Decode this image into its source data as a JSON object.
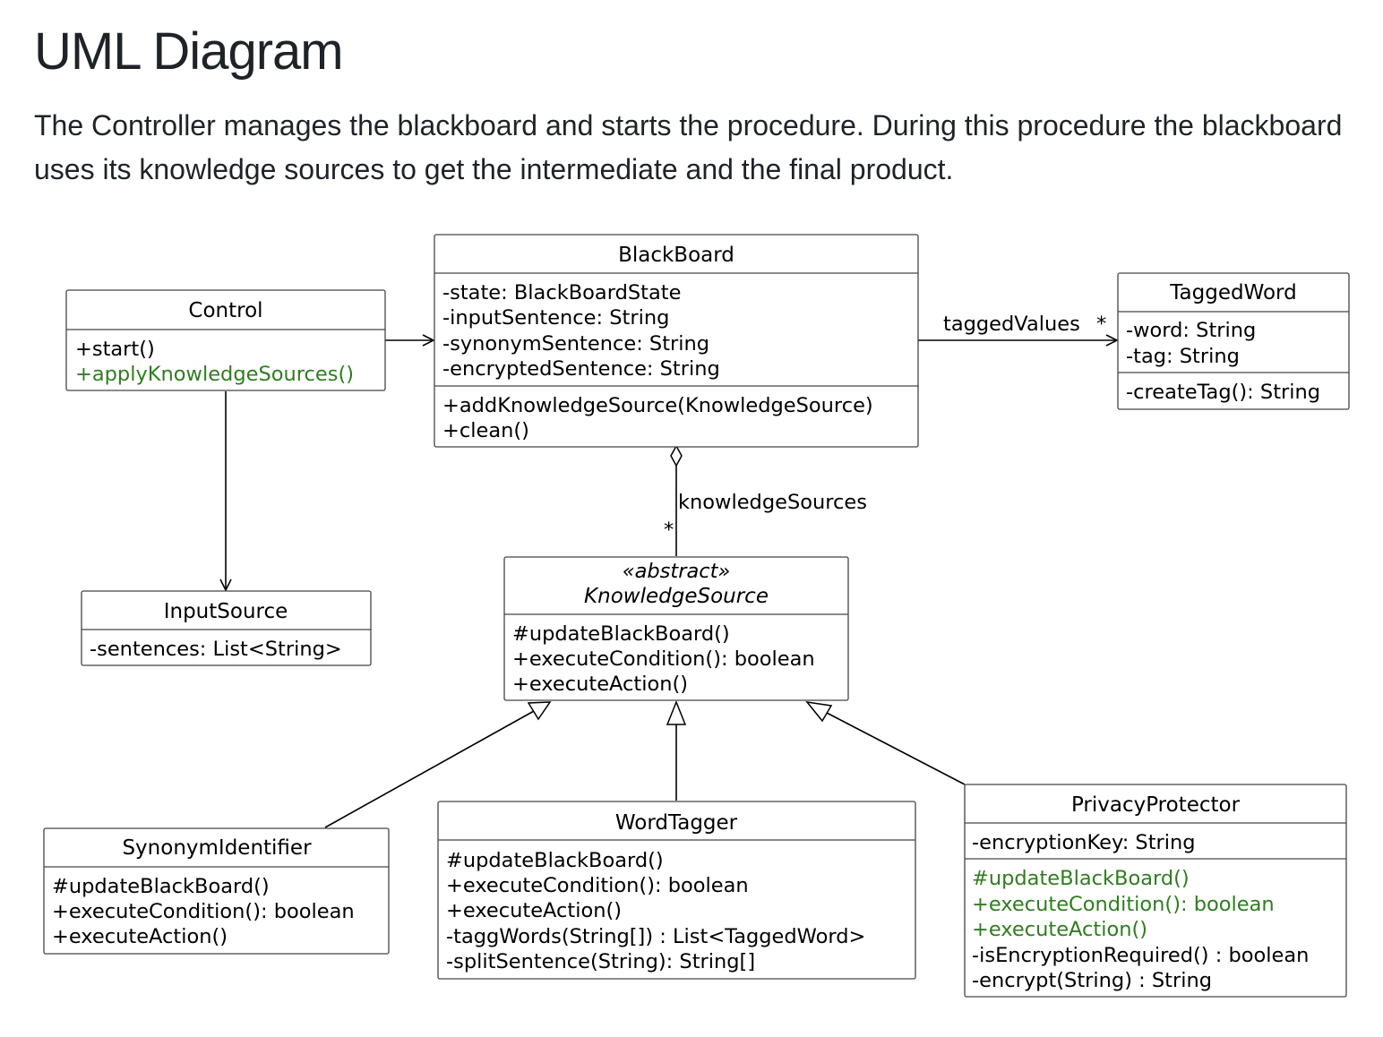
{
  "title": "UML Diagram",
  "description": "The Controller manages the blackboard and starts the procedure. During this procedure the blackboard uses its knowledge sources to get the intermediate and the final product.",
  "colors": {
    "highlight": "#2f7d1f",
    "border": "#444444",
    "text": "#000000"
  },
  "classes": {
    "control": {
      "name": "Control",
      "methods": [
        "+start()",
        "+applyKnowledgeSources()"
      ]
    },
    "blackboard": {
      "name": "BlackBoard",
      "attributes": [
        "-state: BlackBoardState",
        "-inputSentence: String",
        "-synonymSentence: String",
        "-encryptedSentence: String"
      ],
      "methods": [
        "+addKnowledgeSource(KnowledgeSource)",
        "+clean()"
      ]
    },
    "tagged_word": {
      "name": "TaggedWord",
      "attributes": [
        "-word: String",
        "-tag: String"
      ],
      "methods": [
        "-createTag(): String"
      ]
    },
    "input_source": {
      "name": "InputSource",
      "attributes": [
        "-sentences: List<String>"
      ]
    },
    "knowledge_source": {
      "stereotype": "«abstract»",
      "name": "KnowledgeSource",
      "methods": [
        "#updateBlackBoard()",
        "+executeCondition(): boolean",
        "+executeAction()"
      ]
    },
    "synonym_identifier": {
      "name": "SynonymIdentifier",
      "methods": [
        "#updateBlackBoard()",
        "+executeCondition(): boolean",
        "+executeAction()"
      ]
    },
    "word_tagger": {
      "name": "WordTagger",
      "methods": [
        "#updateBlackBoard()",
        "+executeCondition(): boolean",
        "+executeAction()",
        "-taggWords(String[]) : List<TaggedWord>",
        "-splitSentence(String): String[]"
      ]
    },
    "privacy_protector": {
      "name": "PrivacyProtector",
      "attributes": [
        "-encryptionKey: String"
      ],
      "methods": [
        "#updateBlackBoard()",
        "+executeCondition(): boolean",
        "+executeAction()",
        "-isEncryptionRequired() : boolean",
        "-encrypt(String) : String"
      ]
    }
  },
  "relations": {
    "tagged_values_label": "taggedValues",
    "tagged_values_multiplicity": "*",
    "knowledge_sources_label": "knowledgeSources",
    "knowledge_sources_multiplicity": "*"
  }
}
